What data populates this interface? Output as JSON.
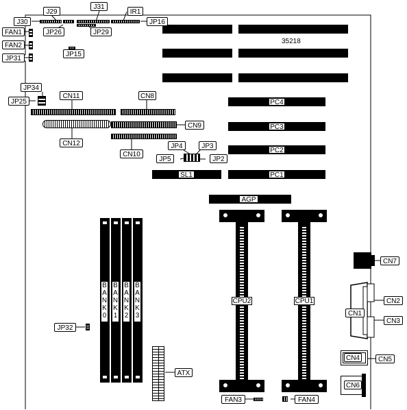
{
  "board": {
    "model": "35218",
    "labels": {
      "j30": "J30",
      "j29": "J29",
      "j31": "J31",
      "ir1": "IR1",
      "jp16": "JP16",
      "jp26": "JP26",
      "jp29": "JP29",
      "jp15": "JP15",
      "fan1": "FAN1",
      "fan2": "FAN2",
      "jp31": "JP31",
      "jp34": "JP34",
      "jp25": "JP25",
      "cn11": "CN11",
      "cn12": "CN12",
      "cn8": "CN8",
      "cn9": "CN9",
      "cn10": "CN10",
      "jp4": "JP4",
      "jp3": "JP3",
      "jp5": "JP5",
      "jp2": "JP2",
      "cn7": "CN7",
      "cn1": "CN1",
      "cn2": "CN2",
      "cn3": "CN3",
      "cn4": "CN4",
      "cn5": "CN5",
      "cn6": "CN6",
      "jp32": "JP32",
      "atx": "ATX",
      "fan3": "FAN3",
      "fan4": "FAN4"
    },
    "slots": {
      "pc4": "PC4",
      "pc3": "PC3",
      "pc2": "PC2",
      "pc1": "PC1",
      "sl1": "SL1",
      "agp": "AGP",
      "cpu2": "CPU2",
      "cpu1": "CPU1"
    },
    "banks": [
      "BANK0",
      "BANK1",
      "BANK2",
      "BANK3"
    ]
  }
}
